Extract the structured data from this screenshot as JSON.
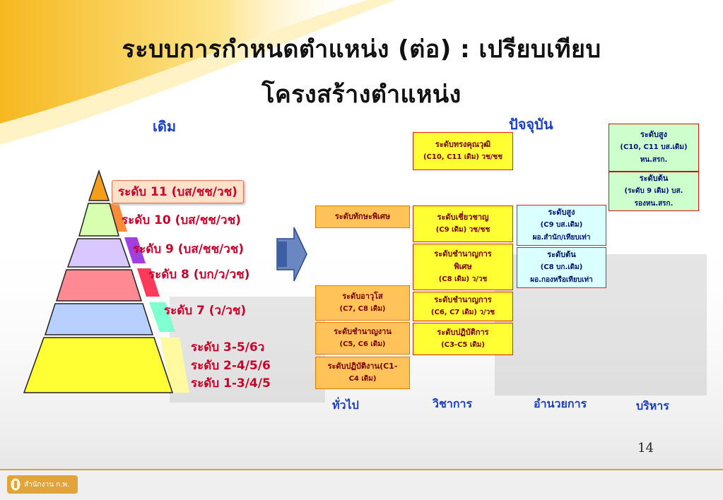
{
  "title_line1": "ระบบการกำหนดตำแหน่ง (ต่อ) : เปรียบเทียบ",
  "title_line2": "โครงสร้างตำแหน่ง",
  "heading_old": "เดิม",
  "heading_new": "ปัจจุบัน",
  "old_levels": [
    "ระดับ 11 (บส/ชช/วช)",
    "ระดับ 10 (บส/ชช/วช)",
    "ระดับ 9 (บส/ชช/วช)",
    "ระดับ 8 (บก/ว/วช)",
    "ระดับ 7 (ว/วช)",
    "ระดับ 3-5/6ว",
    "ระดับ 2-4/5/6",
    "ระดับ 1-3/4/5"
  ],
  "general": {
    "label": "ทั่วไป",
    "boxes": [
      {
        "name": "ระดับทักษะพิเศษ",
        "sub": ""
      },
      {
        "name": "ระดับอาวุโส",
        "sub": "(C7, C8 เดิม)"
      },
      {
        "name": "ระดับชำนาญงาน",
        "sub": "(C5, C6 เดิม)"
      },
      {
        "name": "ระดับปฏิบัติงาน(C1-",
        "sub": "C4 เดิม)"
      }
    ]
  },
  "academic": {
    "label": "วิชาการ",
    "boxes": [
      {
        "name": "ระดับทรงคุณวุฒิ",
        "sub": "(C10, C11 เดิม) วช/ชช"
      },
      {
        "name": "ระดับเชี่ยวชาญ",
        "sub": "(C9 เดิม) วช/ชช"
      },
      {
        "name": "ระดับชำนาญการ",
        "name2": "พิเศษ",
        "sub": "(C8 เดิม) ว/วช"
      },
      {
        "name": "ระดับชำนาญการ",
        "sub": "(C6, C7 เดิม) ว/วช"
      },
      {
        "name": "ระดับปฏิบัติการ",
        "sub": "(C3-C5 เดิม)"
      }
    ]
  },
  "director": {
    "label": "อำนวยการ",
    "boxes": [
      {
        "name": "ระดับสูง",
        "sub": "(C9 บส.เดิม)",
        "sub2": "ผอ.สำนัก/เทียบเท่า"
      },
      {
        "name": "ระดับต้น",
        "sub": "(C8 บก.เดิม)",
        "sub2": "ผอ.กองหรือเทียบเท่า"
      }
    ]
  },
  "executive": {
    "label": "บริหาร",
    "boxes": [
      {
        "name": "ระดับสูง",
        "sub": "(C10, C11 บส.เดิม)",
        "sub2": "หน.สรก."
      },
      {
        "name": "ระดับต้น",
        "sub": "(ระดับ 9 เดิม) บส.",
        "sub2": "รองหน.สรก."
      }
    ]
  },
  "page_number": "14",
  "logo_text": "สำนักงาน ก.พ.",
  "colors": {
    "title": "#111111",
    "heading": "#1a3fc4",
    "level_text": "#c8002a"
  }
}
